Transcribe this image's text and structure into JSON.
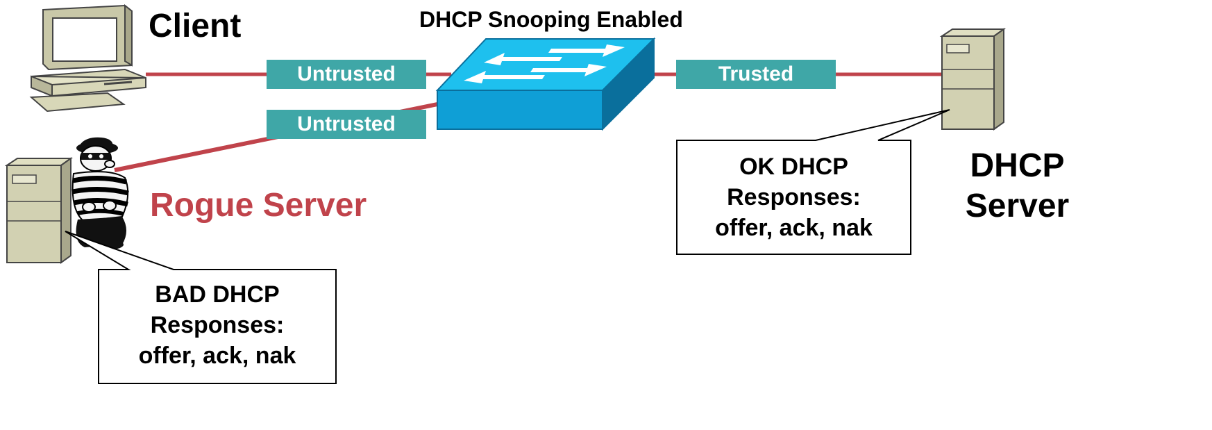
{
  "title": "DHCP Snooping Enabled",
  "client_label": "Client",
  "rogue_label": "Rogue Server",
  "server_label": [
    "DHCP",
    "Server"
  ],
  "ports": {
    "client_port": "Untrusted",
    "rogue_port": "Untrusted",
    "server_port": "Trusted"
  },
  "callouts": {
    "bad": [
      "BAD DHCP",
      "Responses:",
      "offer, ack, nak"
    ],
    "ok": [
      "OK DHCP",
      "Responses:",
      "offer, ack, nak"
    ]
  },
  "colors": {
    "link": "#c0434b",
    "port": "#3fa7a7",
    "rogue_text": "#c0434b",
    "switch_top": "#1ec0ee",
    "switch_front": "#0f9fd6",
    "switch_side": "#0a6f9c",
    "device_beige": "#d8d7b8"
  },
  "icons": [
    "desktop-computer-icon",
    "rogue-server-icon",
    "burglar-icon",
    "switch-icon",
    "dhcp-server-icon"
  ]
}
